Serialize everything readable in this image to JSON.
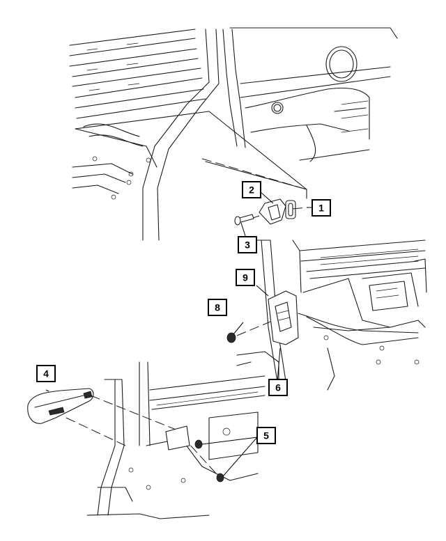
{
  "callouts": [
    {
      "id": "1",
      "label": "1"
    },
    {
      "id": "2",
      "label": "2"
    },
    {
      "id": "3",
      "label": "3"
    },
    {
      "id": "4",
      "label": "4"
    },
    {
      "id": "5",
      "label": "5"
    },
    {
      "id": "6",
      "label": "6"
    },
    {
      "id": "8",
      "label": "8"
    },
    {
      "id": "9",
      "label": "9"
    }
  ]
}
